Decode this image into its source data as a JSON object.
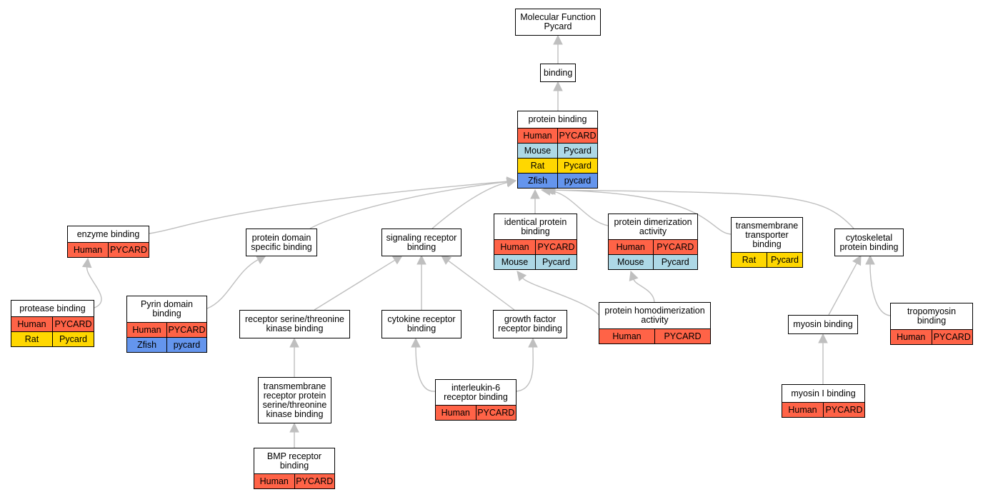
{
  "colors": {
    "Human": "#ff6347",
    "Mouse": "#add8e6",
    "Rat": "#ffd700",
    "Zfish": "#6495ed",
    "edge": "#bfbfbf"
  },
  "nodes": [
    {
      "id": "molecular-function",
      "title": [
        "Molecular Function",
        "Pycard"
      ],
      "rows": []
    },
    {
      "id": "binding",
      "title": [
        "binding"
      ],
      "rows": []
    },
    {
      "id": "protein-binding",
      "title": [
        "protein binding"
      ],
      "rows": [
        {
          "species": "Human",
          "gene": "PYCARD"
        },
        {
          "species": "Mouse",
          "gene": "Pycard"
        },
        {
          "species": "Rat",
          "gene": "Pycard"
        },
        {
          "species": "Zfish",
          "gene": "pycard"
        }
      ]
    },
    {
      "id": "enzyme-binding",
      "title": [
        "enzyme binding"
      ],
      "rows": [
        {
          "species": "Human",
          "gene": "PYCARD"
        }
      ]
    },
    {
      "id": "protein-domain-specific-binding",
      "title": [
        "protein domain",
        "specific binding"
      ],
      "rows": []
    },
    {
      "id": "signaling-receptor-binding",
      "title": [
        "signaling receptor",
        "binding"
      ],
      "rows": []
    },
    {
      "id": "identical-protein-binding",
      "title": [
        "identical protein",
        "binding"
      ],
      "rows": [
        {
          "species": "Human",
          "gene": "PYCARD"
        },
        {
          "species": "Mouse",
          "gene": "Pycard"
        }
      ]
    },
    {
      "id": "protein-dimerization-activity",
      "title": [
        "protein dimerization",
        "activity"
      ],
      "rows": [
        {
          "species": "Human",
          "gene": "PYCARD"
        },
        {
          "species": "Mouse",
          "gene": "Pycard"
        }
      ]
    },
    {
      "id": "transmembrane-transporter-binding",
      "title": [
        "transmembrane",
        "transporter",
        "binding"
      ],
      "rows": [
        {
          "species": "Rat",
          "gene": "Pycard"
        }
      ]
    },
    {
      "id": "cytoskeletal-protein-binding",
      "title": [
        "cytoskeletal",
        "protein binding"
      ],
      "rows": []
    },
    {
      "id": "protease-binding",
      "title": [
        "protease binding"
      ],
      "rows": [
        {
          "species": "Human",
          "gene": "PYCARD"
        },
        {
          "species": "Rat",
          "gene": "Pycard"
        }
      ]
    },
    {
      "id": "pyrin-domain-binding",
      "title": [
        "Pyrin domain",
        "binding"
      ],
      "rows": [
        {
          "species": "Human",
          "gene": "PYCARD"
        },
        {
          "species": "Zfish",
          "gene": "pycard"
        }
      ]
    },
    {
      "id": "receptor-serine-threonine-kinase-binding",
      "title": [
        "receptor serine/threonine",
        "kinase binding"
      ],
      "rows": []
    },
    {
      "id": "cytokine-receptor-binding",
      "title": [
        "cytokine receptor",
        "binding"
      ],
      "rows": []
    },
    {
      "id": "growth-factor-receptor-binding",
      "title": [
        "growth factor",
        "receptor binding"
      ],
      "rows": []
    },
    {
      "id": "protein-homodimerization-activity",
      "title": [
        "protein homodimerization",
        "activity"
      ],
      "rows": [
        {
          "species": "Human",
          "gene": "PYCARD"
        }
      ]
    },
    {
      "id": "myosin-binding",
      "title": [
        "myosin binding"
      ],
      "rows": []
    },
    {
      "id": "tropomyosin-binding",
      "title": [
        "tropomyosin",
        "binding"
      ],
      "rows": [
        {
          "species": "Human",
          "gene": "PYCARD"
        }
      ]
    },
    {
      "id": "transmembrane-receptor-protein-serine-threonine-kinase-binding",
      "title": [
        "transmembrane",
        "receptor protein",
        "serine/threonine",
        "kinase binding"
      ],
      "rows": []
    },
    {
      "id": "interleukin-6-receptor-binding",
      "title": [
        "interleukin-6",
        "receptor binding"
      ],
      "rows": [
        {
          "species": "Human",
          "gene": "PYCARD"
        }
      ]
    },
    {
      "id": "myosin-i-binding",
      "title": [
        "myosin I binding"
      ],
      "rows": [
        {
          "species": "Human",
          "gene": "PYCARD"
        }
      ]
    },
    {
      "id": "bmp-receptor-binding",
      "title": [
        "BMP receptor",
        "binding"
      ],
      "rows": [
        {
          "species": "Human",
          "gene": "PYCARD"
        }
      ]
    }
  ],
  "edges": [
    [
      "binding",
      "molecular-function"
    ],
    [
      "protein-binding",
      "binding"
    ],
    [
      "enzyme-binding",
      "protein-binding"
    ],
    [
      "protein-domain-specific-binding",
      "protein-binding"
    ],
    [
      "signaling-receptor-binding",
      "protein-binding"
    ],
    [
      "identical-protein-binding",
      "protein-binding"
    ],
    [
      "protein-dimerization-activity",
      "protein-binding"
    ],
    [
      "transmembrane-transporter-binding",
      "protein-binding"
    ],
    [
      "cytoskeletal-protein-binding",
      "protein-binding"
    ],
    [
      "protease-binding",
      "enzyme-binding"
    ],
    [
      "pyrin-domain-binding",
      "protein-domain-specific-binding"
    ],
    [
      "receptor-serine-threonine-kinase-binding",
      "signaling-receptor-binding"
    ],
    [
      "cytokine-receptor-binding",
      "signaling-receptor-binding"
    ],
    [
      "growth-factor-receptor-binding",
      "signaling-receptor-binding"
    ],
    [
      "protein-homodimerization-activity",
      "identical-protein-binding"
    ],
    [
      "protein-homodimerization-activity",
      "protein-dimerization-activity"
    ],
    [
      "myosin-binding",
      "cytoskeletal-protein-binding"
    ],
    [
      "tropomyosin-binding",
      "cytoskeletal-protein-binding"
    ],
    [
      "transmembrane-receptor-protein-serine-threonine-kinase-binding",
      "receptor-serine-threonine-kinase-binding"
    ],
    [
      "interleukin-6-receptor-binding",
      "cytokine-receptor-binding"
    ],
    [
      "interleukin-6-receptor-binding",
      "growth-factor-receptor-binding"
    ],
    [
      "myosin-i-binding",
      "myosin-binding"
    ],
    [
      "bmp-receptor-binding",
      "transmembrane-receptor-protein-serine-threonine-kinase-binding"
    ]
  ]
}
